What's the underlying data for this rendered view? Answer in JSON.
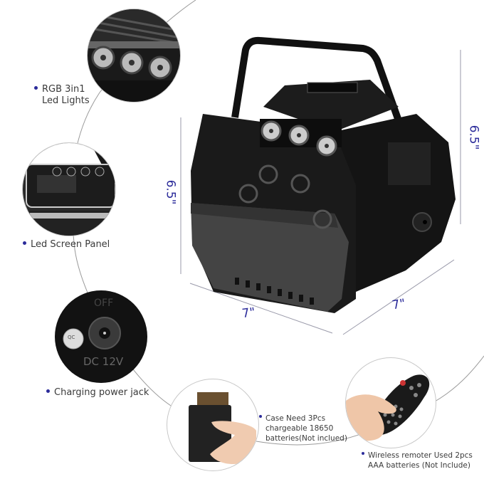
{
  "features": [
    {
      "id": "led",
      "label_lines": [
        "RGB 3in1",
        "Led Lights"
      ]
    },
    {
      "id": "screen",
      "label_lines": [
        "Led Screen Panel"
      ]
    },
    {
      "id": "jack",
      "label_lines": [
        "Charging power jack"
      ],
      "jack_text_top": "OFF",
      "jack_text_bottom": "DC 12V",
      "qc_sticker": "QC"
    },
    {
      "id": "battery",
      "label_lines": [
        "Case Need 3Pcs",
        "chargeable 18650",
        "batteries(Not inclued)"
      ]
    },
    {
      "id": "remote",
      "label_lines": [
        "Wireless remoter Used 2pcs",
        "AAA batteries (Not Include)"
      ]
    }
  ],
  "dimensions": {
    "height_left": "6.5\"",
    "height_right": "6.5\"",
    "width_front": "7\"",
    "depth_side": "7\""
  },
  "colors": {
    "accent": "#2b2b9a",
    "text": "#3a3a3a",
    "line": "#8a8a9a",
    "machine_dark": "#111111",
    "machine_mid": "#3a3a3a",
    "machine_light": "#5a5a5a"
  }
}
